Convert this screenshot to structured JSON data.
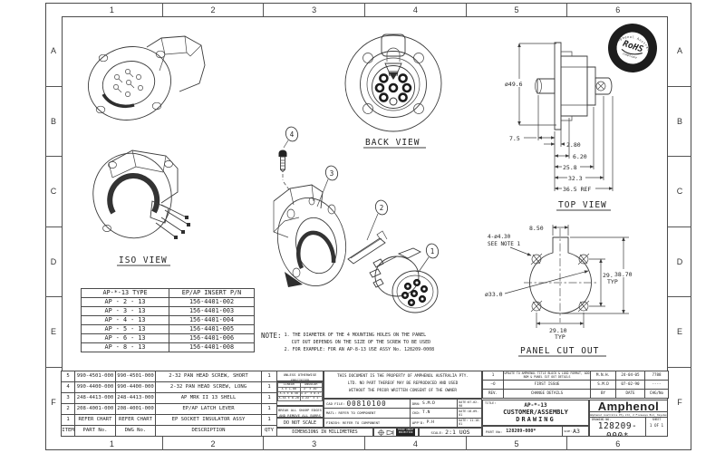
{
  "sheet": {
    "columns": [
      "1",
      "2",
      "3",
      "4",
      "5",
      "6"
    ],
    "rows": [
      "A",
      "B",
      "C",
      "D",
      "E",
      "F"
    ]
  },
  "views": {
    "iso": {
      "label": "ISO VIEW"
    },
    "back": {
      "label": "BACK VIEW"
    },
    "top": {
      "label": "TOP VIEW",
      "dia": "ø49.6",
      "dim_7_5": "7.5",
      "dim_2_80": "2.80",
      "dim_6_20": "6.20",
      "dim_25_8": "25.8",
      "dim_32_3": "32.3",
      "dim_36_5": "36.5 REF"
    },
    "panel": {
      "label": "PANEL CUT OUT",
      "dim_notch": "8.50",
      "holes_callout_line1": "4-ø4.30",
      "holes_callout_line2": "SEE NOTE 1",
      "dim_pitch_v": "29.10",
      "dim_pitch_v_typ": "TYP",
      "dim_overall": "38.70",
      "dim_dia": "ø33.0",
      "dim_pitch_h": "29.10",
      "dim_pitch_h_typ": "TYP"
    }
  },
  "balloons": {
    "item1": "1",
    "item2": "2",
    "item3": "3",
    "item4": "4"
  },
  "rohs_stamp": {
    "arc_top": "Amphenol Australia",
    "name": "RoHS",
    "tagline": "Compliant",
    "arc_bottom": "02/02/06"
  },
  "insert_table": {
    "headers": [
      "AP-*-13 TYPE",
      "EP/AP INSERT P/N"
    ],
    "rows": [
      [
        "AP - 2 - 13",
        "156-4401-002"
      ],
      [
        "AP - 3 - 13",
        "156-4401-003"
      ],
      [
        "AP - 4 - 13",
        "156-4401-004"
      ],
      [
        "AP - 5 - 13",
        "156-4401-005"
      ],
      [
        "AP - 6 - 13",
        "156-4401-006"
      ],
      [
        "AP - 8 - 13",
        "156-4401-008"
      ]
    ]
  },
  "notes": {
    "label": "NOTE:",
    "line1": "1. THE DIAMETER OF THE 4 MOUNTING HOLES ON THE PANEL",
    "line2": "CUT OUT DEPENDS ON THE SIZE OF THE SCREW TO BE USED",
    "line3": "2. FOR EXAMPLE: FOR AN AP-8-13 USE ASSY No. 128209-0008"
  },
  "parts_table": {
    "headers": [
      "ITEM",
      "PART No.",
      "DWG No.",
      "DESCRIPTION",
      "QTY"
    ],
    "rows": [
      [
        "5",
        "990-4501-000",
        "990-4501-000",
        "2-32 PAN HEAD SCREW, SHORT",
        "1"
      ],
      [
        "4",
        "990-4400-000",
        "990-4400-000",
        "2-32 PAN HEAD SCREW, LONG",
        "1"
      ],
      [
        "3",
        "248-4413-000",
        "248-4413-000",
        "AP MRK II 13 SHELL",
        "1"
      ],
      [
        "2",
        "208-4001-000",
        "208-4001-000",
        "EP/AP LATCH LEVER",
        "1"
      ],
      [
        "1",
        "REFER CHART",
        "REFER CHART",
        "EP SOCKET INSULATOR ASSY",
        "1"
      ]
    ]
  },
  "tolerance_block": {
    "header_line1": "UNLESS OTHERWISE SPECIFIED",
    "header_line2": "TOLERANCE TO BE",
    "linear_header": "LINEAR",
    "angular_header": "ANGULAR",
    "linear_rows": [
      "X ± 1.00",
      "X.X ± 0.50",
      "X.XX ± 0.20"
    ],
    "angular_rows": [
      "X° ± 30'",
      "X.X° ± 0.5°",
      "X.XX° ± 5'"
    ],
    "break_line1": "BREAK ALL SHARP EDGES",
    "break_line2": "AND REMOVE ALL BURRS",
    "do_not_scale": "DO NOT SCALE",
    "dimensions_note": "DIMENSIONS IN MILLIMETRES"
  },
  "property_block": {
    "line1": "THIS DOCUMENT IS THE PROPERTY OF AMPHENOL AUSTRALIA PTY.",
    "line2": "LTD.  NO PART THEREOF MAY BE REPRODUCED AND USED",
    "line3": "WITHOUT THE PRIOR WRITTEN CONSENT OF THE OWNER"
  },
  "approval_block": {
    "cad_file_label": "CAD FILE:",
    "cad_file": "00810100",
    "matl_label": "MATL:",
    "matl": "REFER TO COMPONENT",
    "finish_label": "FINISH:",
    "finish": "REFER TO COMPONENT",
    "drn_label": "DRN:",
    "drn": "S.M.D",
    "ckd_label": "CKD:",
    "ckd": "T.N",
    "appd_label": "APP'D:",
    "appd": "P.H",
    "date_drn": "DATE:07-02-90",
    "date_ckd": "DATE:18-09-01",
    "date_appd": "DATE: 11-10-01",
    "projection_line1": "THIRD ANGLE",
    "projection_line2": "PROJECTION",
    "scale_label": "SCALE:",
    "scale": "2:1  UOS"
  },
  "revision_table": {
    "headers": [
      "REV.",
      "CHANGE DETAILS",
      "BY",
      "DATE",
      "CHG/No"
    ],
    "rows": [
      [
        "1",
        "UPDATE TO AMPHENOL TITLE BLOCK & LOGO FORMAT, ADD BOM & PANEL CUT OUT DETAILS",
        "M.N.H.",
        "24-04-05",
        "7788"
      ],
      [
        "–O",
        "FIRST ISSUE",
        "S.M.D",
        "07-02-90",
        "----"
      ]
    ]
  },
  "title_block": {
    "title_label": "TITLE:",
    "title_line1": "AP-*-13",
    "title_line2": "CUSTOMER/ASSEMBLY",
    "title_line3": "DRAWING",
    "part_no_label": "PART No:",
    "part_no": "128209-000*",
    "size_label": "SIZE:",
    "size": "A3",
    "brand": "Amphenol",
    "address": "Amphenol Australia Pty.Ltd, 2 Fiveways Bvd, Keysborough, Vic.3173",
    "drawing_no_label": "DRAWING  NO.",
    "drawing_no": "128209-000*",
    "sheet_label": "SHEET",
    "sheet": "1 OF 1"
  }
}
